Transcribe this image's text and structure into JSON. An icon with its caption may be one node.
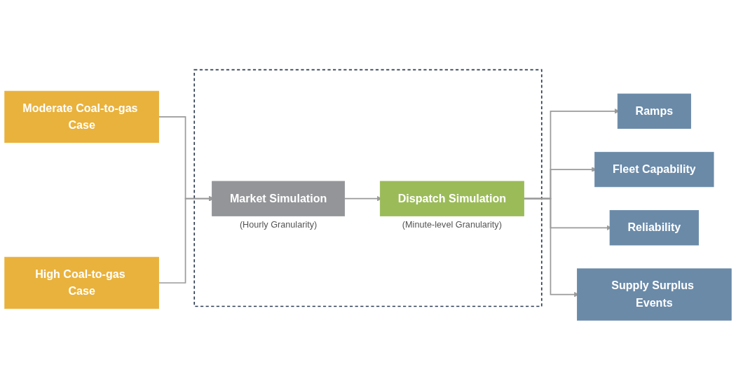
{
  "diagram": {
    "nodes": [
      {
        "text": [
          "Moderate Coal-to-gas Case"
        ]
      },
      {
        "text": [
          "High Coal-to-gas Case"
        ]
      },
      {
        "text": [],
        "shape": "box"
      },
      {
        "text": [
          "Market Simulation"
        ],
        "beside": [
          "(Hourly Granularity)"
        ],
        "in": 2
      },
      {
        "text": [
          "Dispatch Simulation"
        ],
        "beside": [
          "(Minute-level Granularity)"
        ],
        "in": 2
      },
      {
        "text": [
          "Ramps"
        ]
      },
      {
        "text": [
          "Fleet Capability"
        ]
      },
      {
        "text": [
          "Reliability"
        ]
      },
      {
        "text": [
          "Supply Surplus Events"
        ]
      }
    ],
    "edges": [
      {
        "from": 0,
        "to": 3,
        "arrow": "to"
      },
      {
        "from": 1,
        "to": 3,
        "arrow": "to"
      },
      {
        "from": 3,
        "to": 4,
        "arrow": "to"
      },
      {
        "from": 4,
        "to": 5,
        "arrow": "to"
      },
      {
        "from": 4,
        "to": 6,
        "arrow": "to"
      },
      {
        "from": 4,
        "to": 7,
        "arrow": "to"
      },
      {
        "from": 4,
        "to": 8,
        "arrow": "to"
      }
    ]
  }
}
